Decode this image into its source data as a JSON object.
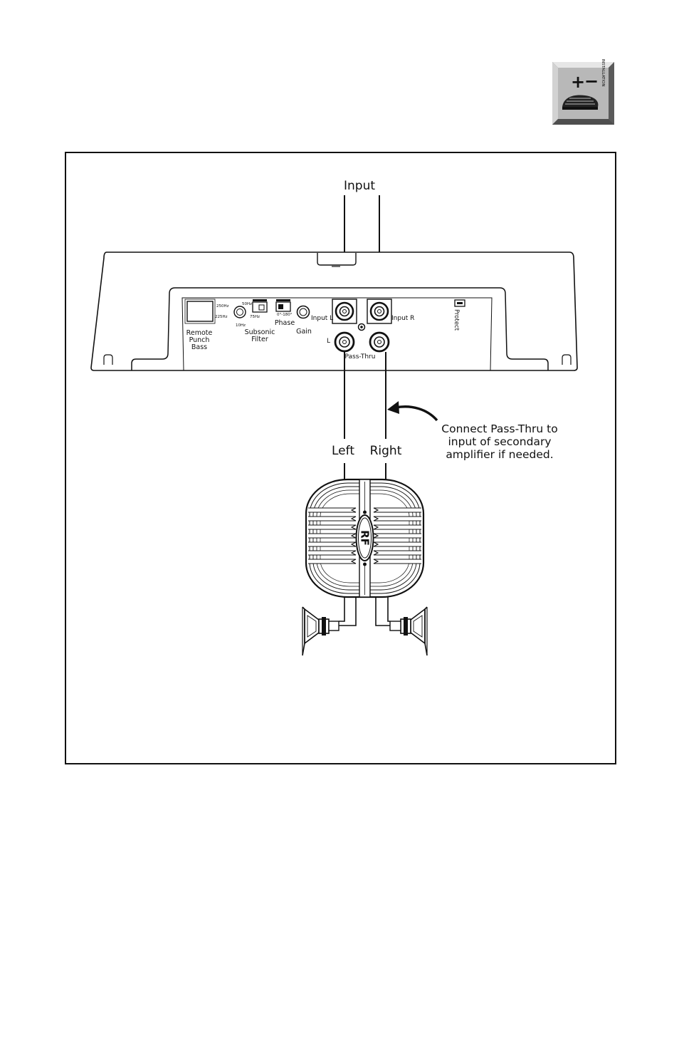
{
  "badge": {
    "plus": "+",
    "minus": "−",
    "side_text": "INSTALLATION",
    "colors": {
      "face": "#b8b8b8",
      "bevel_light": "#e6e6e6",
      "bevel_dark": "#6f6f6f"
    }
  },
  "diagram": {
    "input_label": "Input",
    "rear_panel": {
      "remote_label": [
        "Remote",
        "Punch",
        "Bass"
      ],
      "freq_labels": [
        "250Hz",
        "225Hz",
        "10Hz",
        "50Hz",
        "75Hz"
      ],
      "subsonic_label": [
        "Subsonic",
        "Filter"
      ],
      "phase_range": "0°-180°",
      "phase_label": "Phase",
      "gain_label": "Gain",
      "input_l_label": "Input L",
      "input_r_label": "Input R",
      "l_label": "L",
      "pass_thru_label": "Pass-Thru",
      "protect_label": "Protect"
    },
    "callout": [
      "Connect Pass-Thru to",
      "input of secondary",
      "amplifier if needed."
    ],
    "left_label": "Left",
    "right_label": "Right",
    "amp_logo": "RF"
  },
  "colors": {
    "line": "#111111",
    "paper": "#ffffff"
  }
}
